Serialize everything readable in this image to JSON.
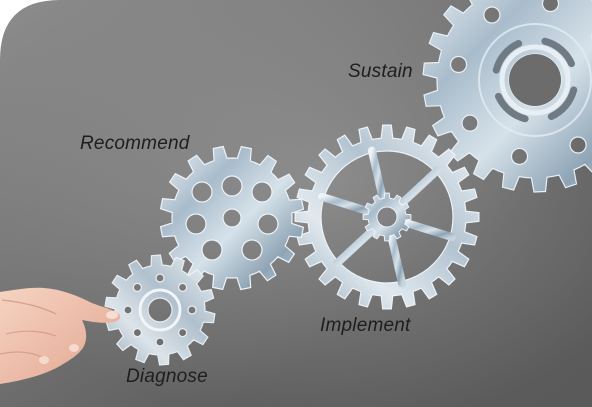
{
  "labels": {
    "sustain": "Sustain",
    "recommend": "Recommend",
    "implement": "Implement",
    "diagnose": "Diagnose"
  },
  "icons": [
    "gear-icon",
    "hand"
  ]
}
